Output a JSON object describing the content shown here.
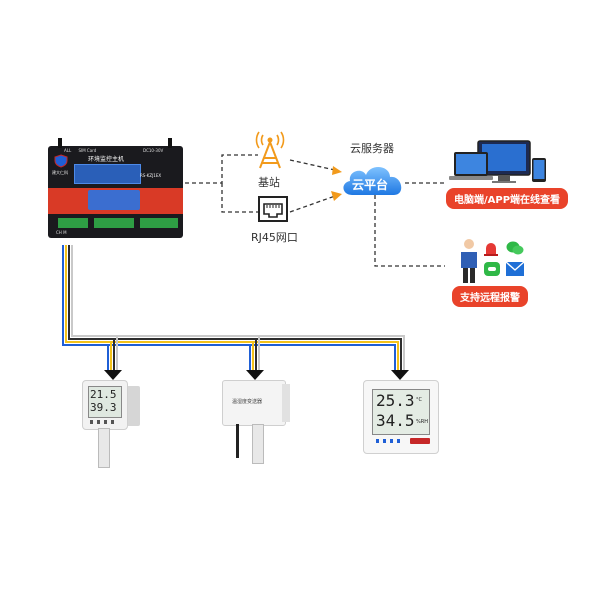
{
  "controller": {
    "header_text": "环境监控主机",
    "model": "RS-KZJ1EX",
    "status_labels": [
      "ALL",
      "SIM Card"
    ],
    "spec_text": "DC10-30V",
    "brand": "建大仁科",
    "bottom_label": "CH M"
  },
  "nodes": {
    "base_station": "基站",
    "rj45": "RJ45网口",
    "cloud_server": "云服务器",
    "cloud_platform": "云平台"
  },
  "outputs": {
    "pc_app": "电脑端/APP端在线查看",
    "remote_alarm": "支持远程报警"
  },
  "sensors": {
    "sensor1_top": "21.5",
    "sensor1_bottom": "39.3",
    "sensor2_label": "温湿度变送器",
    "sensor3_top": "25.3",
    "sensor3_unit_top": "°C",
    "sensor3_bottom": "34.5",
    "sensor3_unit_bottom": "%RH"
  }
}
